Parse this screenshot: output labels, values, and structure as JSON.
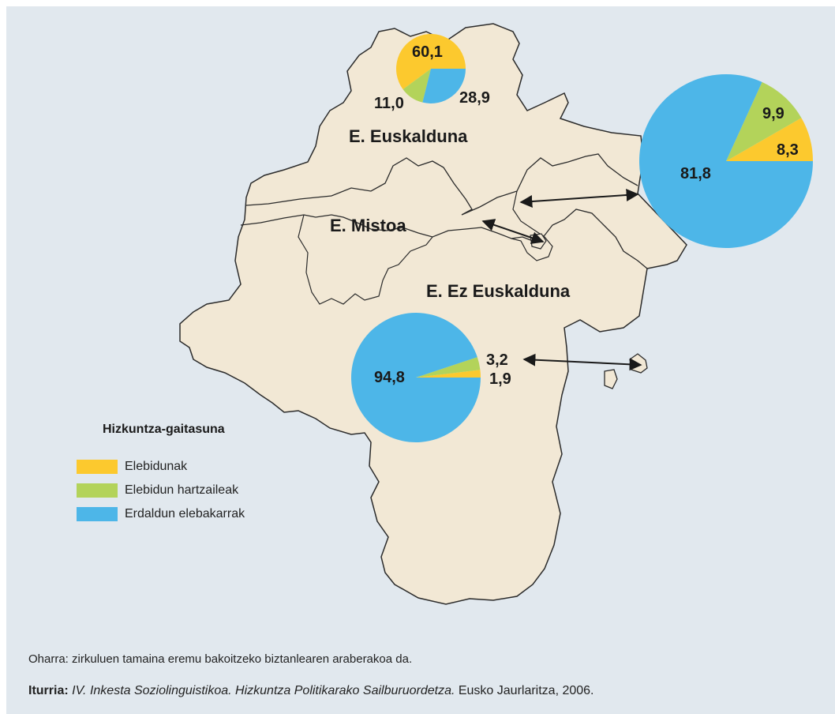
{
  "zones": {
    "euskalduna": "E. Euskalduna",
    "mistoa": "E. Mistoa",
    "ez_euskalduna": "E. Ez Euskalduna"
  },
  "legend": {
    "title": "Hizkuntza-gaitasuna",
    "items": [
      {
        "label": "Elebidunak",
        "color": "#fcc92e"
      },
      {
        "label": "Elebidun hartzaileak",
        "color": "#b3d35a"
      },
      {
        "label": "Erdaldun elebakarrak",
        "color": "#4db6e8"
      }
    ]
  },
  "map_colors": {
    "background": "#e1e8ee",
    "land": "#f2e8d5",
    "border": "#2b2b2b"
  },
  "chart_data": [
    {
      "type": "pie",
      "zone": "E. Euskalduna",
      "categories": [
        "Elebidunak",
        "Elebidun hartzaileak",
        "Erdaldun elebakarrak"
      ],
      "values": [
        60.1,
        11.0,
        28.9
      ],
      "labels": [
        "60,1",
        "11,0",
        "28,9"
      ]
    },
    {
      "type": "pie",
      "zone": "E. Mistoa",
      "categories": [
        "Elebidunak",
        "Elebidun hartzaileak",
        "Erdaldun elebakarrak"
      ],
      "values": [
        8.3,
        9.9,
        81.8
      ],
      "labels": [
        "8,3",
        "9,9",
        "81,8"
      ]
    },
    {
      "type": "pie",
      "zone": "E. Ez Euskalduna",
      "categories": [
        "Elebidunak",
        "Elebidun hartzaileak",
        "Erdaldun elebakarrak"
      ],
      "values": [
        1.9,
        3.2,
        94.8
      ],
      "labels": [
        "1,9",
        "3,2",
        "94,8"
      ]
    }
  ],
  "footer": {
    "note": "Oharra: zirkuluen tamaina eremu bakoitzeko biztanlearen araberakoa da.",
    "source_label": "Iturria:",
    "source_italic": "IV. Inkesta Soziolinguistikoa. Hizkuntza Politikarako Sailburuordetza.",
    "source_rest": " Eusko Jaurlaritza, 2006."
  }
}
